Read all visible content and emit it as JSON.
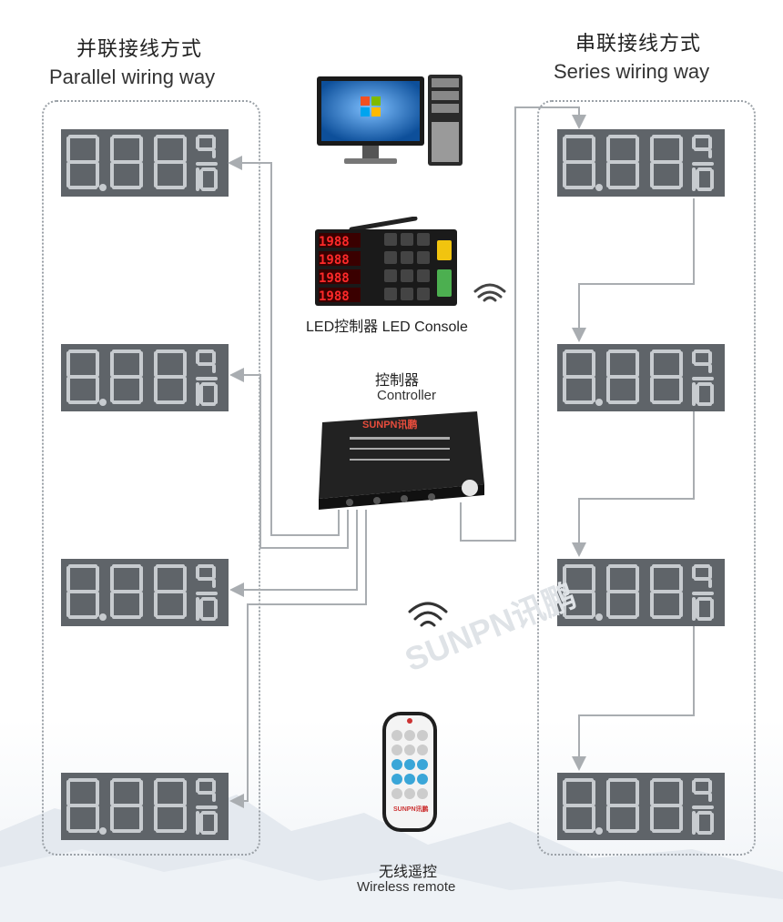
{
  "parallel": {
    "title_cn": "并联接线方式",
    "title_en": "Parallel wiring way"
  },
  "series": {
    "title_cn": "串联接线方式",
    "title_en": "Series wiring way"
  },
  "led_console": {
    "label": "LED控制器 LED Console",
    "readouts": [
      "1988",
      "1988",
      "1988",
      "1988"
    ]
  },
  "controller": {
    "label_cn": "控制器",
    "label_en": "Controller",
    "brand": "SUNPN讯鹏"
  },
  "remote": {
    "label_cn": "无线遥控",
    "label_en": "Wireless remote",
    "brand": "SUNPN讯鹏"
  },
  "watermark": "SUNPN讯鹏",
  "panel_digits": "8.88",
  "panel_fraction": {
    "top": "9",
    "bottom": "10"
  },
  "colors": {
    "panel": "#5f6469",
    "segment": "#c7cbcf",
    "line": "#a9adb1",
    "console_digit": "#ff2a2a"
  }
}
